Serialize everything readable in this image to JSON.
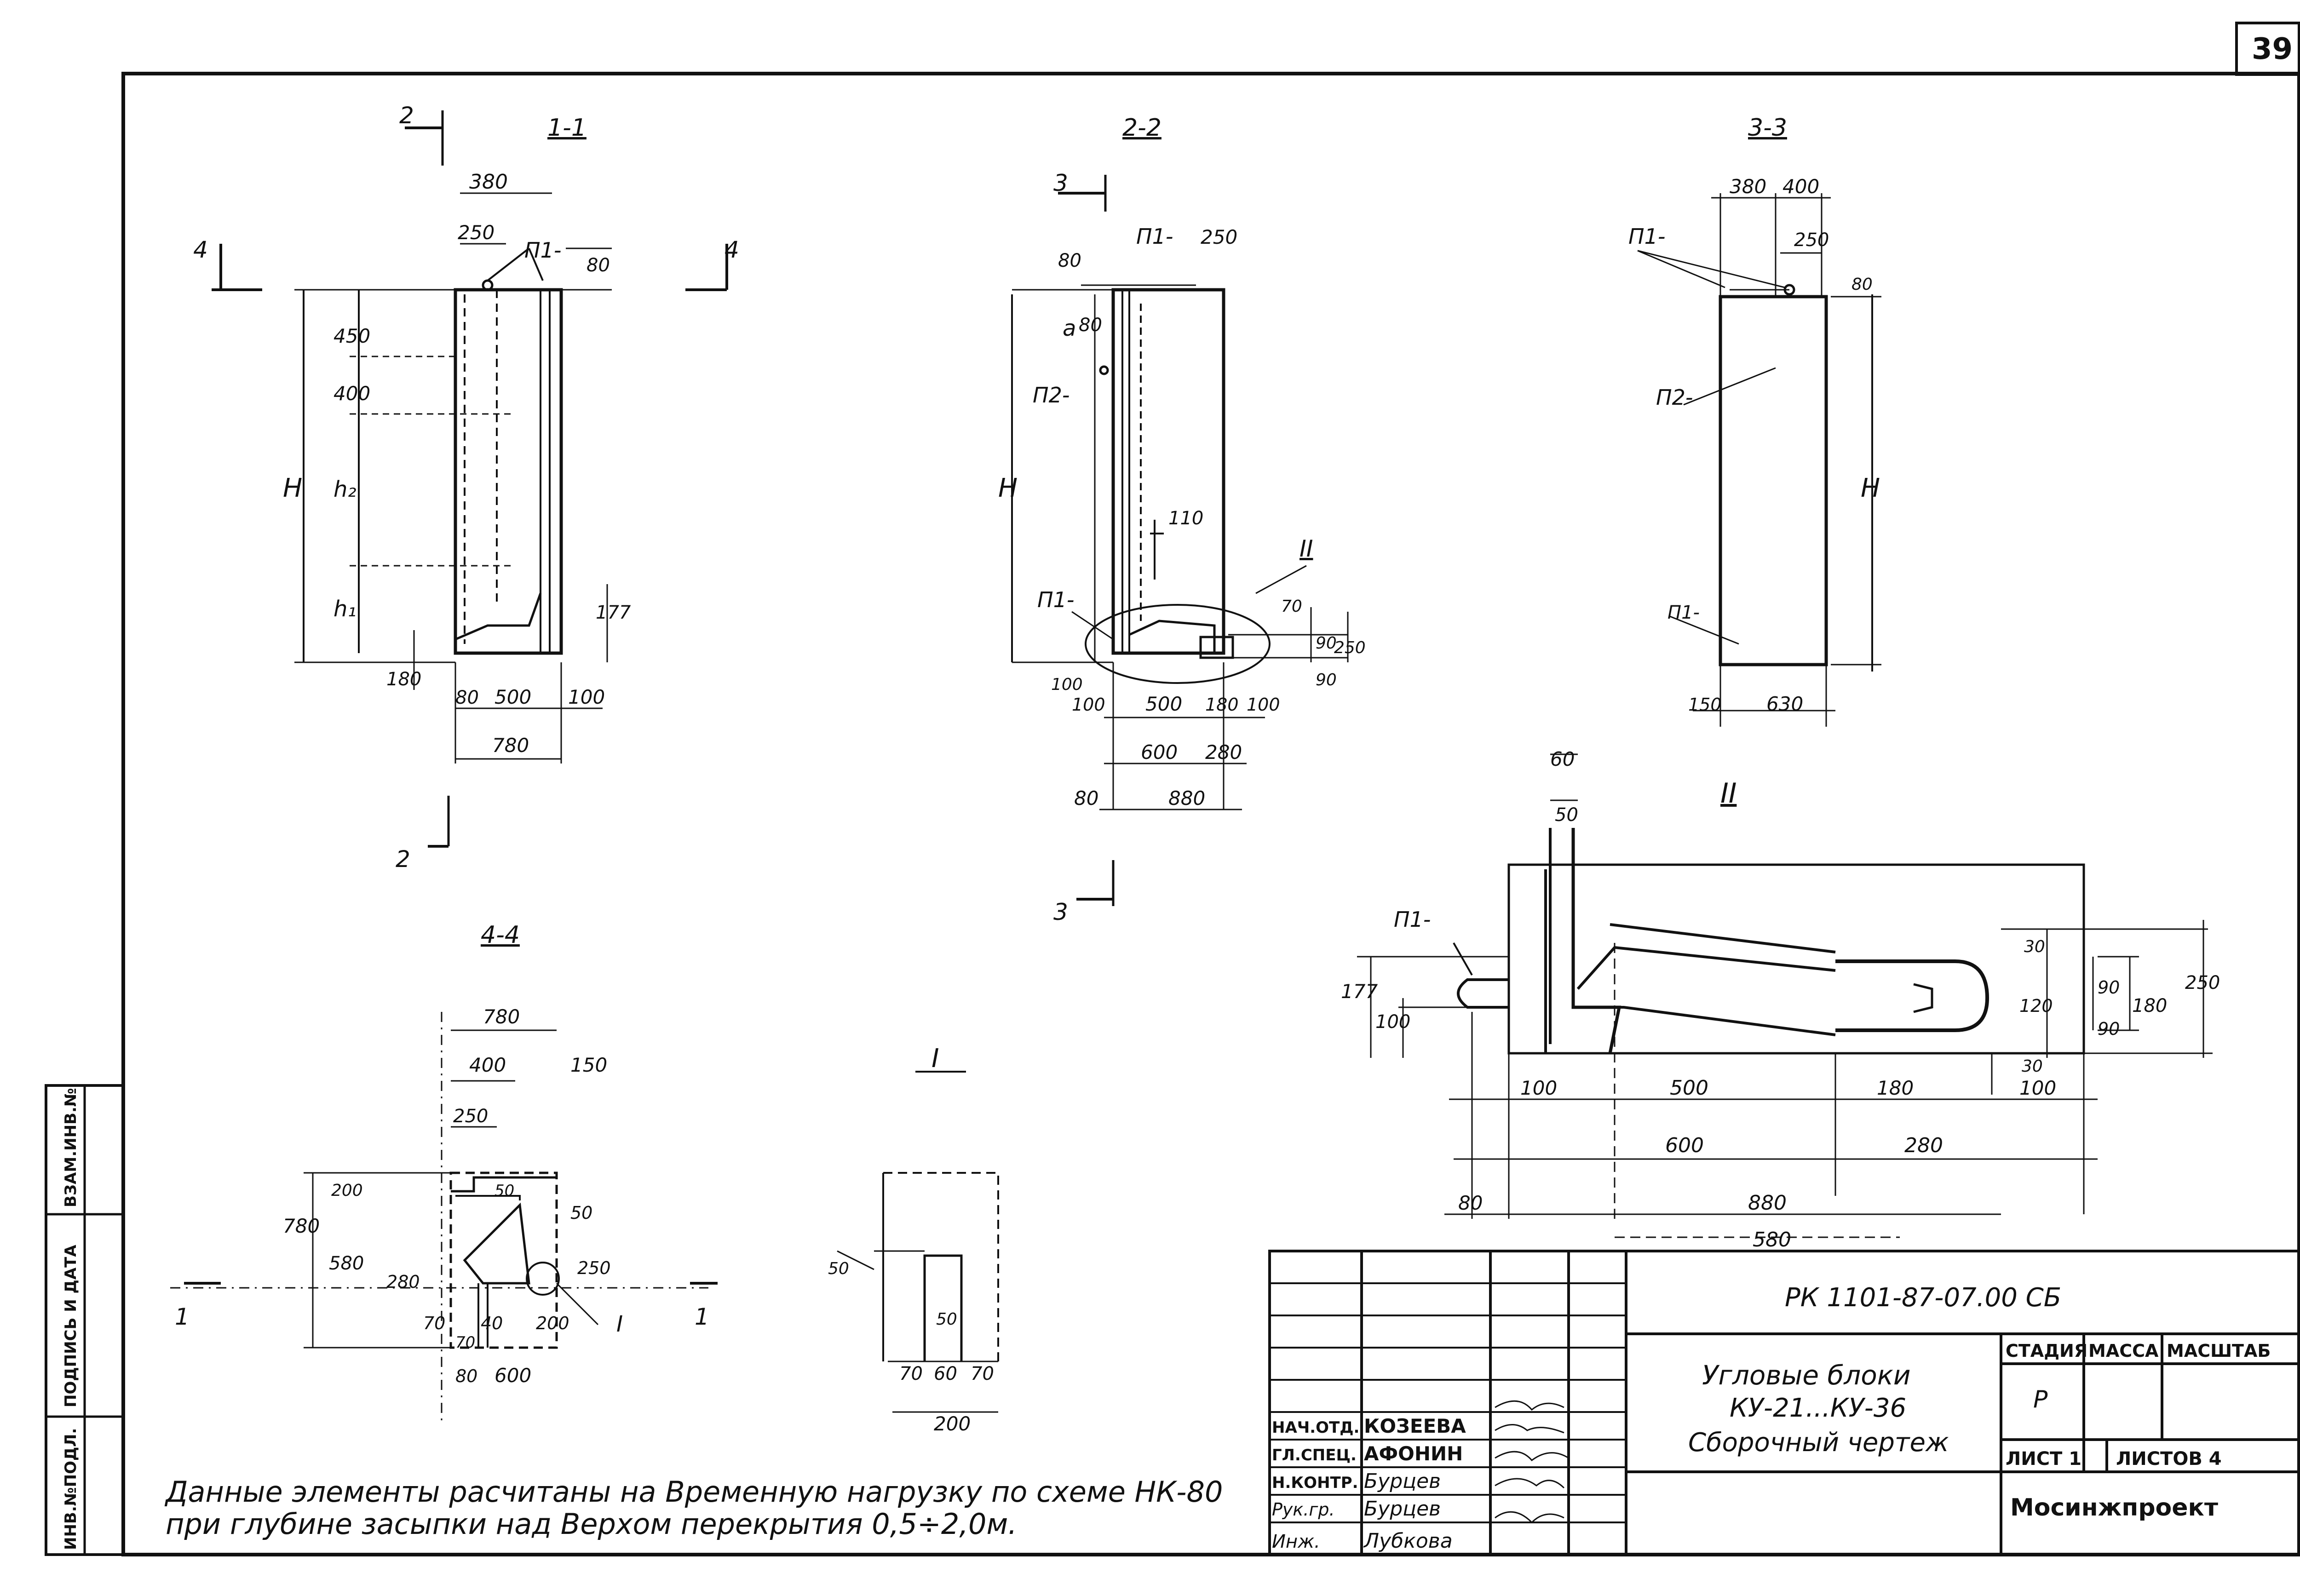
{
  "sheet": {
    "page_number": "39",
    "notes": [
      "Данные элементы расчитаны на Временную нагрузку по схеме НК-80",
      "при глубине засыпки над Верхом перекрытия 0,5÷2,0м."
    ]
  },
  "side_stamp": {
    "items": [
      "ИНВ.№ПОДЛ.",
      "ПОДПИСЬ И ДАТА",
      "ВЗАМ.ИНВ.№"
    ]
  },
  "title_block": {
    "doc_code": "РК 1101-87-07.00 СБ",
    "title_lines": [
      "Угловые блоки",
      "КУ-21...КУ-36",
      "Сборочный чертеж"
    ],
    "stage_header": "СТАДИЯ",
    "mass_header": "МАССА",
    "scale_header": "МАСШТАБ",
    "stage_value": "Р",
    "sheet_label": "ЛИСТ 1",
    "sheets_label": "ЛИСТОВ 4",
    "org": "Мосинжпроект",
    "roles": [
      "НАЧ.ОТД.",
      "ГЛ.СПЕЦ.",
      "Н.КОНТР.",
      "Рук.гр.",
      "Инж."
    ],
    "names": [
      "КОЗЕЕВА",
      "АФОНИН",
      "Бурцев",
      "Бурцев",
      "Лубкова"
    ]
  },
  "views": {
    "v11": {
      "title": "1-1",
      "labels": [
        "2",
        "2",
        "4",
        "4",
        "П1-",
        "Н",
        "h₂",
        "h₁"
      ],
      "dims": [
        "380",
        "250",
        "80",
        "450",
        "400",
        "177",
        "180",
        "80",
        "500",
        "100",
        "780"
      ]
    },
    "v22": {
      "title": "2-2",
      "labels": [
        "3",
        "3",
        "П1-",
        "П2-",
        "П1-",
        "Н",
        "a",
        "II"
      ],
      "dims": [
        "250",
        "80",
        "80",
        "110",
        "70",
        "90",
        "250",
        "90",
        "100",
        "100",
        "500",
        "180",
        "100",
        "600",
        "280",
        "80",
        "880"
      ]
    },
    "v33": {
      "title": "3-3",
      "labels": [
        "П1-",
        "П2-",
        "П1-",
        "Н"
      ],
      "dims": [
        "380",
        "400",
        "250",
        "80",
        "150",
        "630"
      ]
    },
    "v44": {
      "title": "4-4",
      "labels": [
        "1",
        "1",
        "I"
      ],
      "dims": [
        "780",
        "400",
        "150",
        "250",
        "780",
        "200",
        "580",
        "50",
        "50",
        "280",
        "250",
        "70",
        "40",
        "200",
        "70",
        "80",
        "600"
      ]
    },
    "vI": {
      "title": "I",
      "dims": [
        "50",
        "50",
        "70",
        "60",
        "70",
        "200"
      ]
    },
    "vII": {
      "title": "II",
      "labels": [
        "П1-"
      ],
      "dims": [
        "60",
        "50",
        "177",
        "100",
        "30",
        "90",
        "120",
        "90",
        "30",
        "180",
        "250",
        "100",
        "500",
        "180",
        "100",
        "600",
        "280",
        "80",
        "880",
        "580"
      ]
    }
  }
}
